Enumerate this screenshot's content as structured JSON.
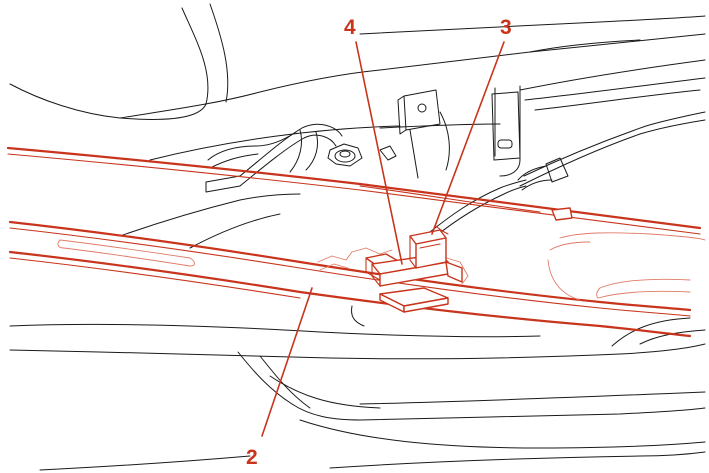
{
  "callouts": [
    {
      "id": "callout-2",
      "label": "2"
    },
    {
      "id": "callout-3",
      "label": "3"
    },
    {
      "id": "callout-4",
      "label": "4"
    }
  ],
  "colors": {
    "highlight": "#c8341c",
    "linework": "#1a1a1a",
    "background": "#ffffff"
  }
}
